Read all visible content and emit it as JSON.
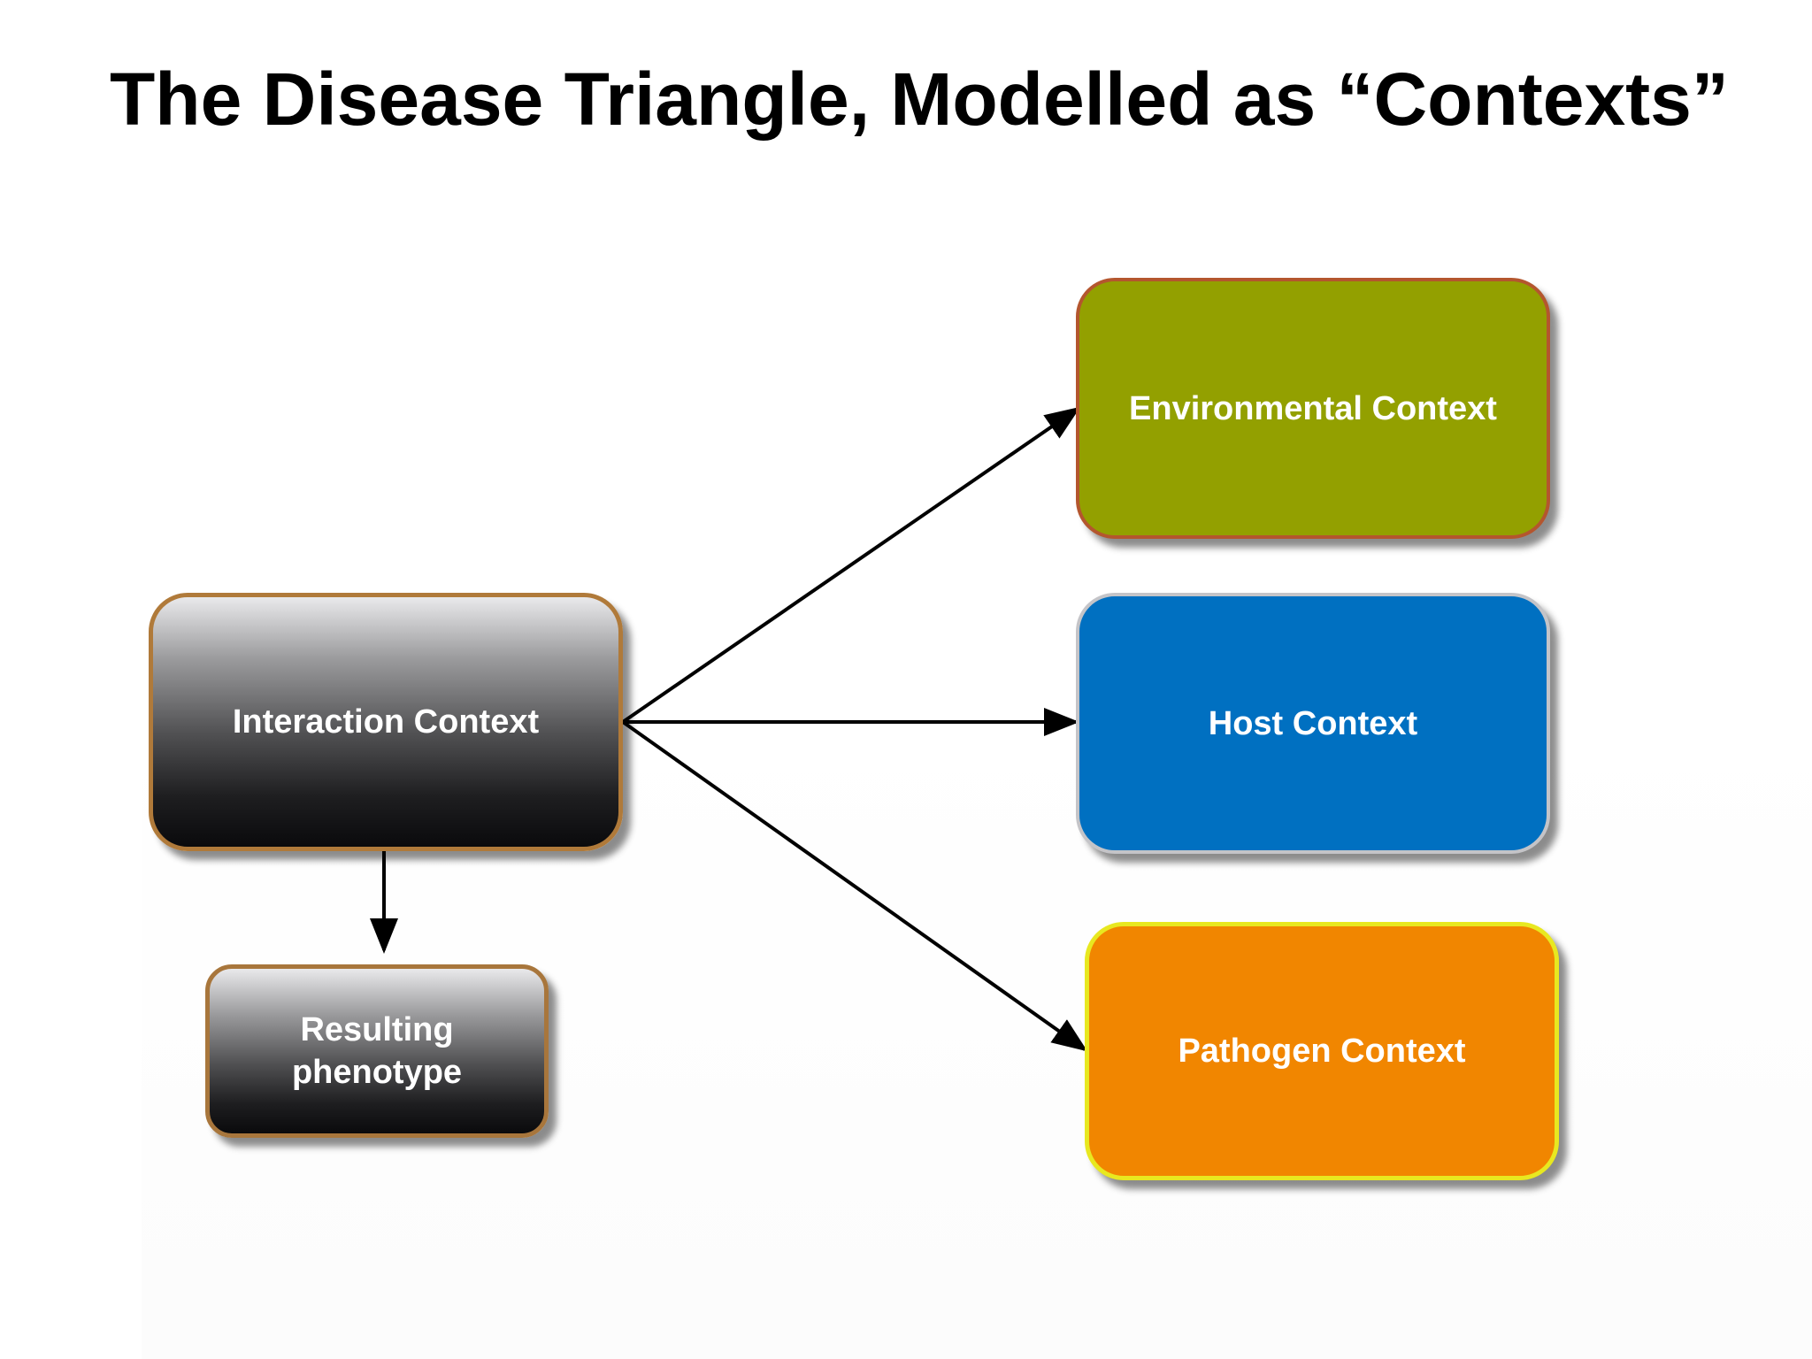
{
  "title": "The Disease Triangle, Modelled as “Contexts”",
  "nodes": {
    "interaction": "Interaction Context",
    "phenotype_line1": "Resulting",
    "phenotype_line2": "phenotype",
    "environmental": "Environmental Context",
    "host": "Host Context",
    "pathogen": "Pathogen Context"
  },
  "colors": {
    "environmental": "#93a000",
    "host": "#0070c1",
    "pathogen": "#f18600",
    "arrow": "#000000"
  },
  "edges": [
    {
      "from": "Interaction Context",
      "to": "Environmental Context"
    },
    {
      "from": "Interaction Context",
      "to": "Host Context"
    },
    {
      "from": "Interaction Context",
      "to": "Pathogen Context"
    },
    {
      "from": "Interaction Context",
      "to": "Resulting phenotype"
    }
  ]
}
